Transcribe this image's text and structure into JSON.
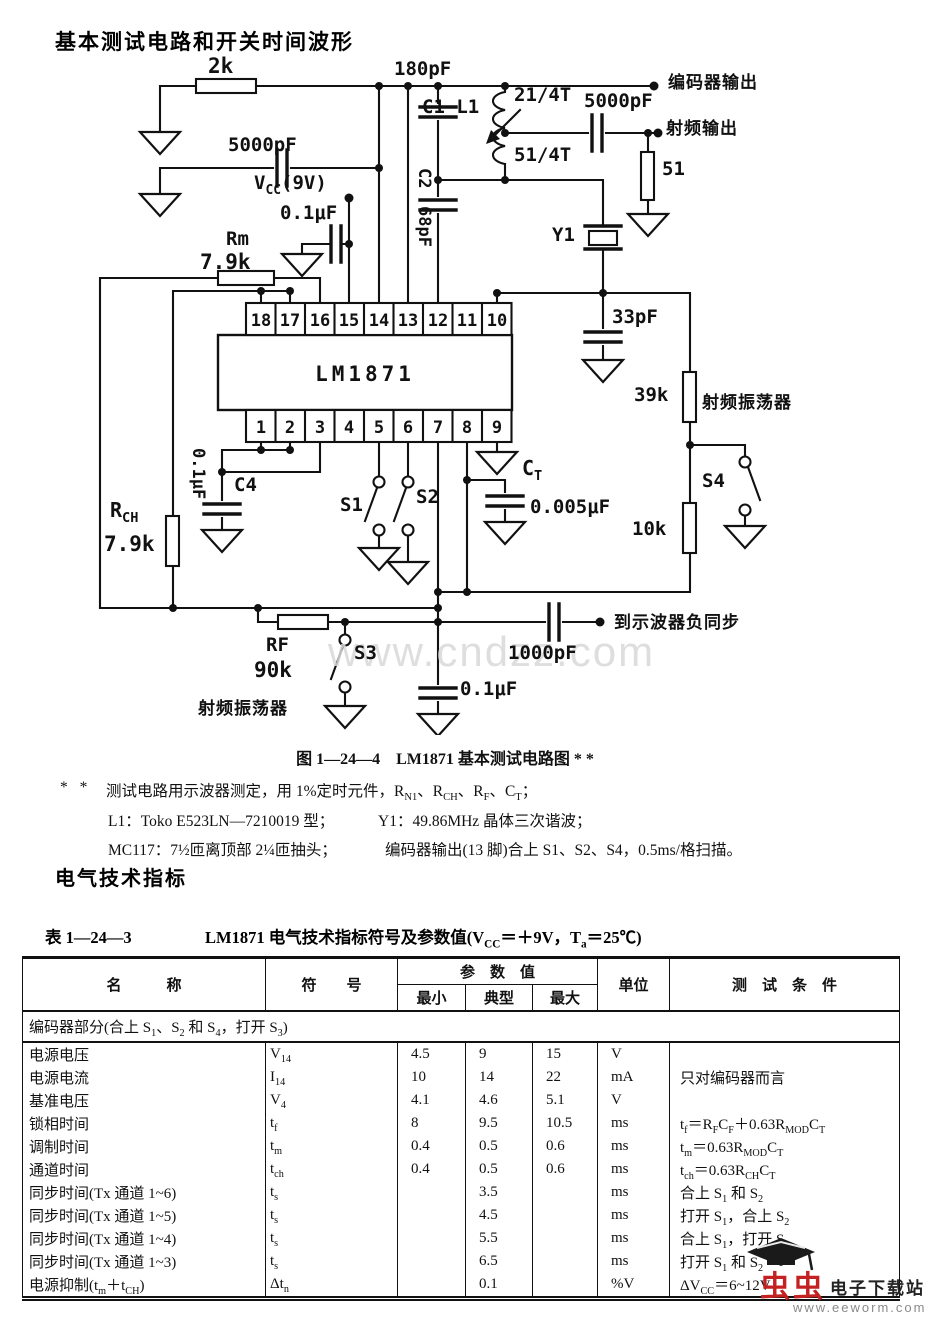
{
  "page": {
    "title": "基本测试电路和开关时间波形",
    "section2_heading": "电气技术指标"
  },
  "circuit": {
    "caption": "图 1—24—4　LM1871 基本测试电路图 * *",
    "ic_label": "LM1871",
    "top_pins": [
      "18",
      "17",
      "16",
      "15",
      "14",
      "13",
      "12",
      "11",
      "10"
    ],
    "bottom_pins": [
      "1",
      "2",
      "3",
      "4",
      "5",
      "6",
      "7",
      "8",
      "9"
    ],
    "labels": {
      "r2k": "2k",
      "c180": "180pF",
      "enc": "编码器输出",
      "c1l1": "C1 L1",
      "t21": "21/4T",
      "c5000r": "5000pF",
      "rfout": "射频输出",
      "t51": "51/4T",
      "r51": "51",
      "c5000l": "5000pF",
      "vcc": "V<sub>CC</sub>(9V)",
      "c01t": "0.1μF",
      "rm": "Rm",
      "rm_v": "7.9k",
      "c2": "C2",
      "c68": "68pF",
      "y1": "Y1",
      "c33": "33pF",
      "r39": "39k",
      "osc_r": "射频振荡器",
      "c01l": "0.1μF",
      "c4": "C4",
      "s1": "S1",
      "s2": "S2",
      "ct": "C<sub>T</sub>",
      "ct_v": "0.005μF",
      "s4": "S4",
      "rch": "R<sub>CH</sub>",
      "rch_v": "7.9k",
      "r10": "10k",
      "scope": "到示波器负同步",
      "c1000": "1000pF",
      "rf": "RF",
      "rf_v": "90k",
      "s3": "S3",
      "c01b": "0.1μF",
      "osc_l": "射频振荡器"
    },
    "watermark": "www.cndzz.com"
  },
  "notes": {
    "stars": "* *",
    "line1": "测试电路用示波器测定，用 1%定时元件，R<sub>N1</sub>、R<sub>CH</sub>、R<sub>F</sub>、C<sub>T</sub>；",
    "line2a": "L1：Toko E523LN—7210019 型；",
    "line2b": "Y1：49.86MHz 晶体三次谐波；",
    "line3a": "MC117：7½匝离顶部 2¼匝抽头；",
    "line3b": "编码器输出(13 脚)合上 S1、S2、S4，0.5ms/格扫描。"
  },
  "table": {
    "title_left": "表 1—24—3",
    "title_right": "LM1871 电气技术指标符号及参数值(V<sub>CC</sub>＝＋9V，T<sub>a</sub>＝25℃)",
    "headers": {
      "name": "名　　　称",
      "symbol": "符　　号",
      "param": "参　数　值",
      "min": "最小",
      "typ": "典型",
      "max": "最大",
      "unit": "单位",
      "cond": "测　试　条　件"
    },
    "section": "编码器部分(合上 S<sub>1</sub>、S<sub>2</sub> 和 S<sub>4</sub>，打开 S<sub>3</sub>)",
    "rows": [
      {
        "name": "电源电压",
        "symbol": "V<sub>14</sub>",
        "min": "4.5",
        "typ": "9",
        "max": "15",
        "unit": "V",
        "cond": ""
      },
      {
        "name": "电源电流",
        "symbol": "I<sub>14</sub>",
        "min": "10",
        "typ": "14",
        "max": "22",
        "unit": "mA",
        "cond": "只对编码器而言"
      },
      {
        "name": "基准电压",
        "symbol": "V<sub>4</sub>",
        "min": "4.1",
        "typ": "4.6",
        "max": "5.1",
        "unit": "V",
        "cond": ""
      },
      {
        "name": "锁相时间",
        "symbol": "t<sub>f</sub>",
        "min": "8",
        "typ": "9.5",
        "max": "10.5",
        "unit": "ms",
        "cond": "t<sub>f</sub>＝R<sub>F</sub>C<sub>F</sub>＋0.63R<sub>MOD</sub>C<sub>T</sub>"
      },
      {
        "name": "调制时间",
        "symbol": "t<sub>m</sub>",
        "min": "0.4",
        "typ": "0.5",
        "max": "0.6",
        "unit": "ms",
        "cond": "t<sub>m</sub>＝0.63R<sub>MOD</sub>C<sub>T</sub>"
      },
      {
        "name": "通道时间",
        "symbol": "t<sub>ch</sub>",
        "min": "0.4",
        "typ": "0.5",
        "max": "0.6",
        "unit": "ms",
        "cond": "t<sub>ch</sub>＝0.63R<sub>CH</sub>C<sub>T</sub>"
      },
      {
        "name": "同步时间(Tx 通道 1~6)",
        "symbol": "t<sub>s</sub>",
        "min": "",
        "typ": "3.5",
        "max": "",
        "unit": "ms",
        "cond": "合上 S<sub>1</sub> 和 S<sub>2</sub>"
      },
      {
        "name": "同步时间(Tx 通道 1~5)",
        "symbol": "t<sub>s</sub>",
        "min": "",
        "typ": "4.5",
        "max": "",
        "unit": "ms",
        "cond": "打开 S<sub>1</sub>，合上 S<sub>2</sub>"
      },
      {
        "name": "同步时间(Tx 通道 1~4)",
        "symbol": "t<sub>s</sub>",
        "min": "",
        "typ": "5.5",
        "max": "",
        "unit": "ms",
        "cond": "合上 S<sub>1</sub>，打开 S<sub>2</sub>"
      },
      {
        "name": "同步时间(Tx 通道 1~3)",
        "symbol": "t<sub>s</sub>",
        "min": "",
        "typ": "6.5",
        "max": "",
        "unit": "ms",
        "cond": "打开 S<sub>1</sub> 和 S<sub>2</sub>"
      },
      {
        "name": "电源抑制(t<sub>m</sub>＋t<sub>CH</sub>)",
        "symbol": "Δt<sub>n</sub>",
        "min": "",
        "typ": "0.1",
        "max": "",
        "unit": "%V",
        "cond": "ΔV<sub>CC</sub>＝6~12V"
      }
    ]
  },
  "footer": {
    "brand": "虫虫",
    "site": "电子下载站",
    "url": "www.eeworm.com"
  },
  "colors": {
    "ink": "#111111",
    "brand_red": "#c42222",
    "watermark_gray": "#d9d9d9"
  }
}
